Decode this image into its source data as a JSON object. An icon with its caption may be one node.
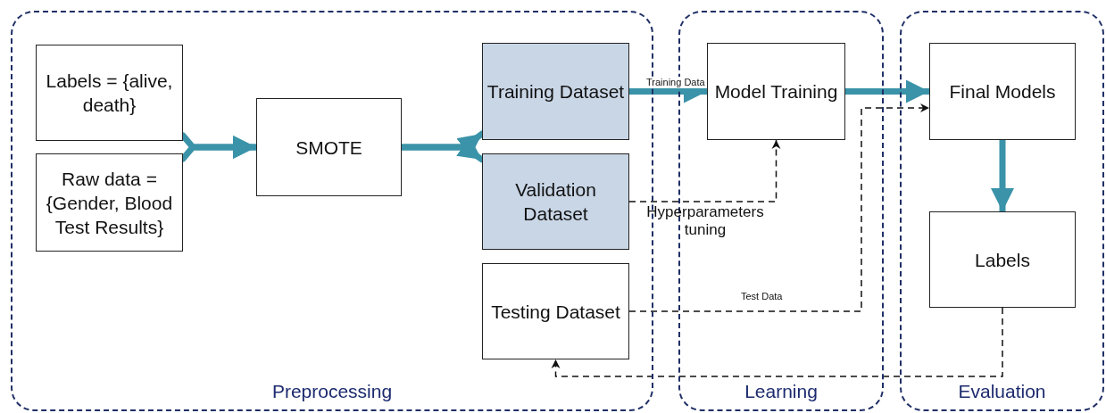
{
  "diagram": {
    "nodes": [
      {
        "text": [
          "Preprocessing"
        ]
      },
      {
        "text": [
          "Labels = {alive, death}"
        ],
        "in": 0
      },
      {
        "text": [
          "Raw data = {Gender, Blood Test Results}"
        ],
        "in": 0
      },
      {
        "text": [
          "SMOTE"
        ],
        "in": 0
      },
      {
        "text": [
          "Training Dataset"
        ],
        "in": 0
      },
      {
        "text": [
          "Validation Dataset"
        ],
        "in": 0
      },
      {
        "text": [
          "Testing Dataset"
        ],
        "in": 0
      },
      {
        "text": [
          "Learning"
        ]
      },
      {
        "text": [
          "Model Training"
        ],
        "in": 7
      },
      {
        "text": [
          "Evaluation"
        ]
      },
      {
        "text": [
          "Final Models"
        ],
        "in": 9
      },
      {
        "text": [
          "Labels"
        ],
        "in": 9
      }
    ],
    "edges": [
      {
        "from": 1,
        "to": 3,
        "arrow": "to"
      },
      {
        "from": 2,
        "to": 3,
        "arrow": "to"
      },
      {
        "from": 3,
        "to": 4,
        "arrow": "to"
      },
      {
        "from": 3,
        "to": 5,
        "arrow": "to"
      },
      {
        "from": 4,
        "to": 8,
        "arrow": "to",
        "label": "Training Data"
      },
      {
        "from": 5,
        "to": 8,
        "arrow": "to",
        "label": "Hyperparameters tuning",
        "style": "dashed",
        "color": "#111111"
      },
      {
        "from": 6,
        "to": 10,
        "arrow": "to",
        "label": "Test Data",
        "style": "dashed",
        "color": "#111111"
      },
      {
        "from": 8,
        "to": 10,
        "arrow": "to"
      },
      {
        "from": 10,
        "to": 11,
        "arrow": "to"
      },
      {
        "from": 11,
        "to": 6,
        "arrow": "to",
        "style": "dashed",
        "color": "#111111"
      }
    ]
  }
}
